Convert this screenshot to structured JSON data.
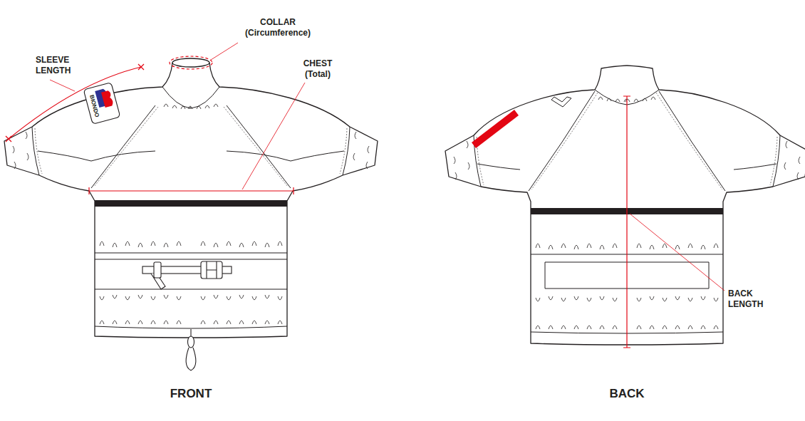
{
  "diagram": {
    "labels": [
      "SLEEVE LENGTH",
      "COLLAR (Circumference)",
      "CHEST (Total)",
      "BIONDO",
      "BACK LENGTH",
      "FRONT",
      "BACK"
    ]
  }
}
